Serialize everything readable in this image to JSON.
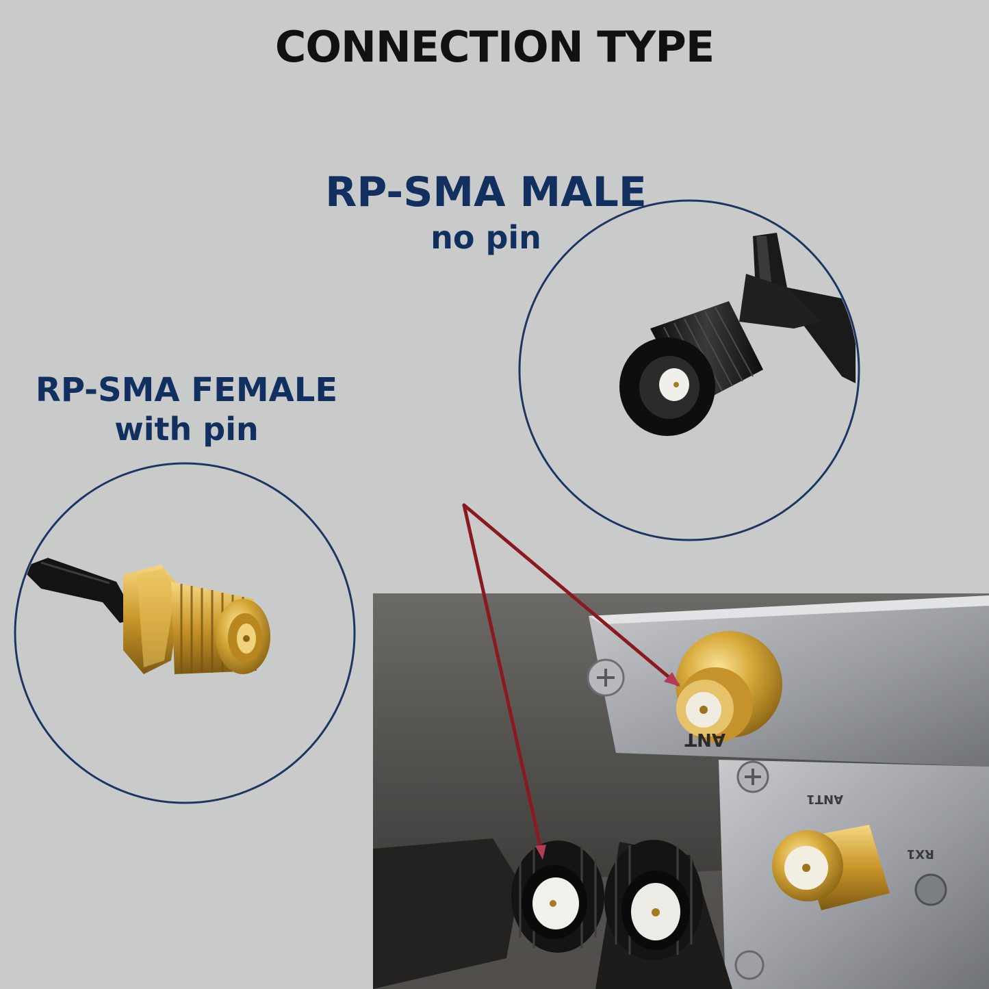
{
  "title": "CONNECTION TYPE",
  "male": {
    "label": "RP-SMA MALE",
    "sub": "no pin"
  },
  "female": {
    "label": "RP-SMA FEMALE",
    "sub": "with pin"
  },
  "device": {
    "port_label_ant": "ANT",
    "port_label_ant1": "ANT1",
    "port_label_rx1": "RX1"
  },
  "colors": {
    "background": "#c9caca",
    "title_text": "#111111",
    "label_text": "#12305f",
    "circle_outline": "#1d3563",
    "arrow": "#8a1a1f",
    "gold": "#c9a032",
    "black_plastic": "#161616"
  }
}
